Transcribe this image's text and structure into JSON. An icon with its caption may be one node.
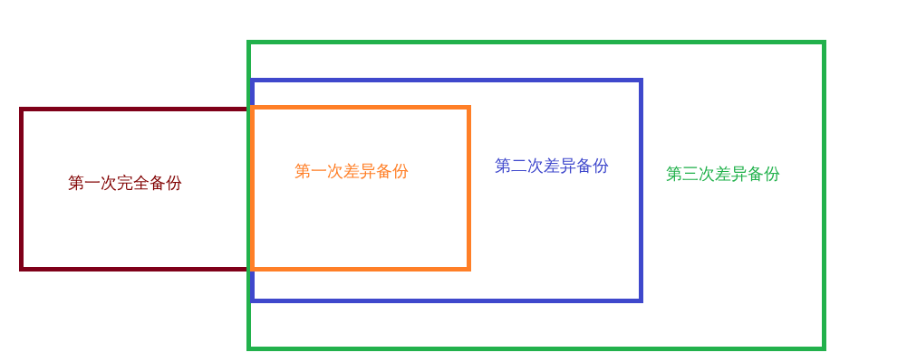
{
  "diagram": {
    "nodes": [
      {
        "text": [
          "第一次完全备份"
        ]
      },
      {
        "text": [
          "第三次差异备份"
        ]
      },
      {
        "text": [
          "第二次差异备份"
        ],
        "in": 1
      },
      {
        "text": [
          "第一次差异备份"
        ],
        "in": 2
      }
    ]
  }
}
